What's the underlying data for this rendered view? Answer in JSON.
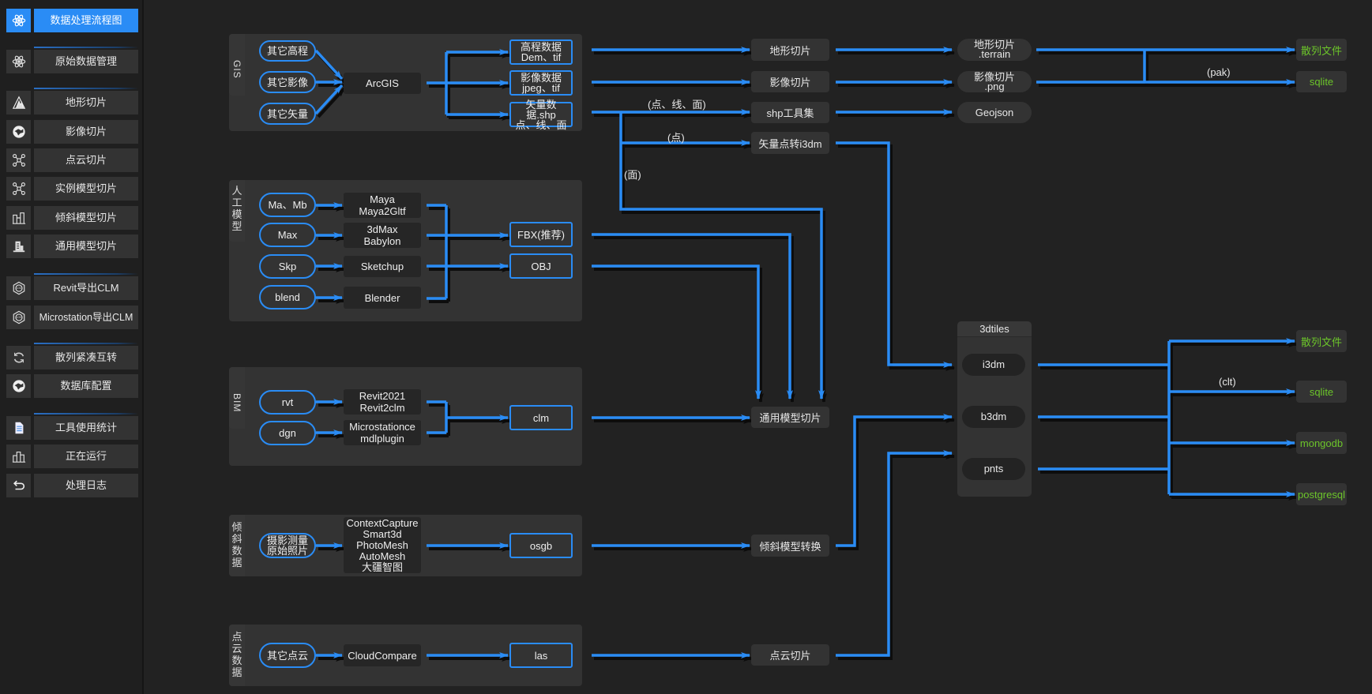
{
  "sidebar": {
    "items": [
      {
        "label": "数据处理流程图",
        "icon": "atom-icon",
        "active": true
      },
      {
        "label": "原始数据管理",
        "icon": "atom-icon"
      },
      {
        "label": "地形切片",
        "icon": "terrain-icon"
      },
      {
        "label": "影像切片",
        "icon": "globe-icon"
      },
      {
        "label": "点云切片",
        "icon": "point-cloud-icon"
      },
      {
        "label": "实例模型切片",
        "icon": "point-cloud-icon"
      },
      {
        "label": "倾斜模型切片",
        "icon": "buildings-icon"
      },
      {
        "label": "通用模型切片",
        "icon": "building-icon"
      },
      {
        "label": "Revit导出CLM",
        "icon": "lod-hexagon-icon"
      },
      {
        "label": "Microstation导出CLM",
        "icon": "lod-hexagon-icon"
      },
      {
        "label": "散列紧凑互转",
        "icon": "refresh-icon"
      },
      {
        "label": "数据库配置",
        "icon": "globe-icon"
      },
      {
        "label": "工具使用统计",
        "icon": "document-icon"
      },
      {
        "label": "正在运行",
        "icon": "bar-chart-icon"
      },
      {
        "label": "处理日志",
        "icon": "undo-icon"
      }
    ]
  },
  "groups": {
    "gis": {
      "tab": "GIS",
      "inputs": [
        "其它高程",
        "其它影像",
        "其它矢量"
      ],
      "tool": "ArcGIS",
      "outputs": [
        [
          "高程数据",
          "Dem、tif"
        ],
        [
          "影像数据",
          "jpeg、tif"
        ],
        [
          "矢量数据.shp",
          "点、线、面"
        ]
      ]
    },
    "manual": {
      "tab": "人工模型",
      "inputs": [
        "Ma、Mb",
        "Max",
        "Skp",
        "blend"
      ],
      "tools": [
        [
          "Maya",
          "Maya2Gltf"
        ],
        [
          "3dMax",
          "Babylon"
        ],
        [
          "Sketchup"
        ],
        [
          "Blender"
        ]
      ],
      "outputs": [
        "FBX(推荐)",
        "OBJ"
      ]
    },
    "bim": {
      "tab": "BIM",
      "inputs": [
        "rvt",
        "dgn"
      ],
      "tools": [
        [
          "Revit2021",
          "Revit2clm"
        ],
        [
          "Microstationce",
          "mdlplugin"
        ]
      ],
      "outputs": [
        "clm"
      ]
    },
    "oblique": {
      "tab": "倾斜数据",
      "inputs": [
        [
          "摄影测量",
          "原始照片"
        ]
      ],
      "tools": [
        "ContextCapture",
        "Smart3d",
        "PhotoMesh",
        "AutoMesh",
        "大疆智图"
      ],
      "outputs": [
        "osgb"
      ]
    },
    "pointcloud": {
      "tab": "点云数据",
      "inputs": [
        "其它点云"
      ],
      "tools": [
        "CloudCompare"
      ],
      "outputs": [
        "las"
      ]
    }
  },
  "processes": {
    "terrain": "地形切片",
    "imagery": "影像切片",
    "shp": "shp工具集",
    "vector_i3dm": "矢量点转i3dm",
    "general_model": "通用模型切片",
    "oblique": "倾斜模型转换",
    "pointcloud": "点云切片"
  },
  "products": {
    "terrain": [
      "地形切片",
      ".terrain"
    ],
    "imagery": [
      "影像切片",
      ".png"
    ],
    "geojson": "Geojson"
  },
  "tiles": {
    "title": "3dtiles",
    "items": [
      "i3dm",
      "b3dm",
      "pnts"
    ]
  },
  "storage": {
    "top": [
      "散列文件",
      "sqlite"
    ],
    "bottom": [
      "散列文件",
      "sqlite",
      "mongodb",
      "postgresql"
    ]
  },
  "edge_labels": {
    "shp_all": "(点、线、面)",
    "shp_point": "(点)",
    "shp_face": "(面)",
    "pak": "(pak)",
    "clt": "(clt)"
  },
  "colors": {
    "accent": "#2a8cf5",
    "storage_text": "#6cc52a",
    "background": "#222222",
    "panel": "#333333"
  }
}
